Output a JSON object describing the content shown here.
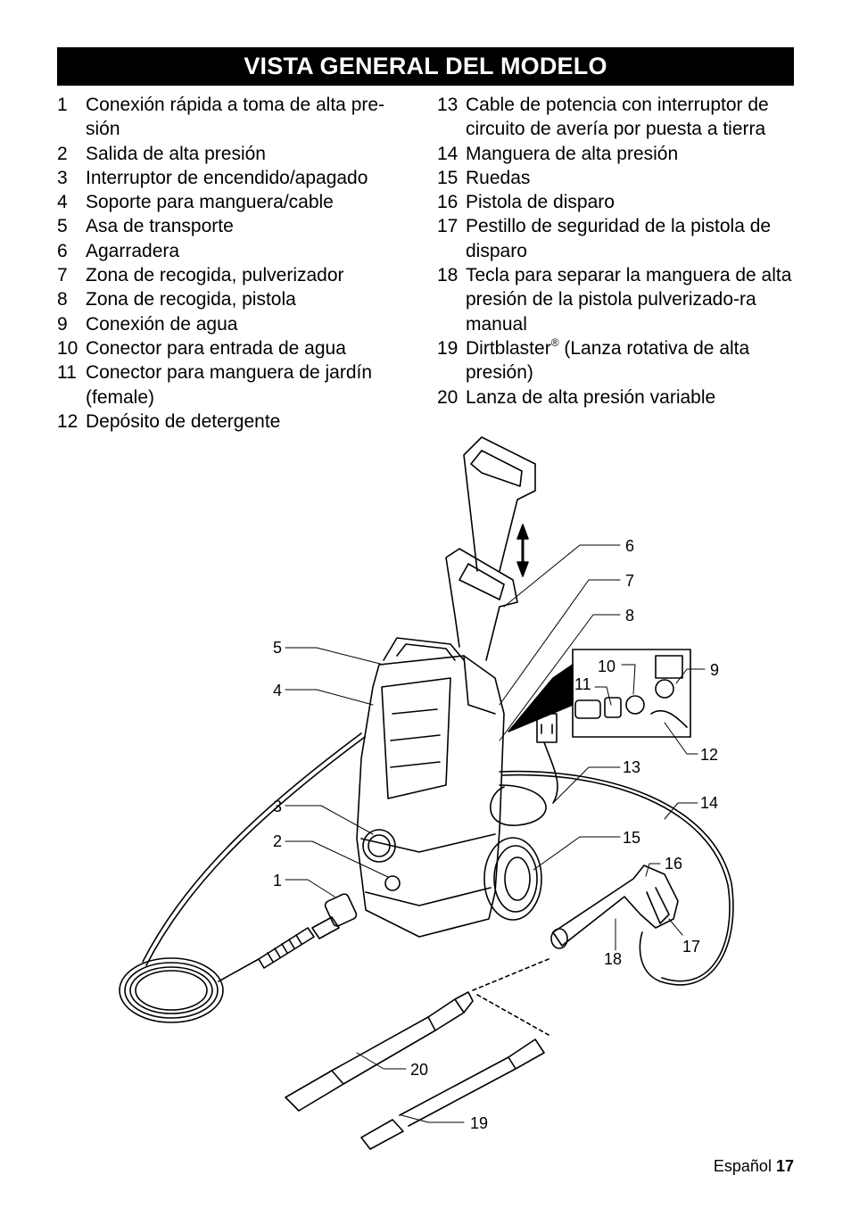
{
  "header": {
    "title": "VISTA GENERAL DEL MODELO"
  },
  "left_items": [
    {
      "num": "1",
      "text": "Conexión rápida a toma de alta pre-sión"
    },
    {
      "num": "2",
      "text": "Salida de alta presión"
    },
    {
      "num": "3",
      "text": "Interruptor de encendido/apagado"
    },
    {
      "num": "4",
      "text": "Soporte para manguera/cable"
    },
    {
      "num": "5",
      "text": "Asa de transporte"
    },
    {
      "num": "6",
      "text": "Agarradera"
    },
    {
      "num": "7",
      "text": "Zona de recogida, pulverizador"
    },
    {
      "num": "8",
      "text": "Zona de recogida, pistola"
    },
    {
      "num": "9",
      "text": "Conexión de agua"
    },
    {
      "num": "10",
      "text": "Conector para entrada de agua"
    },
    {
      "num": "11",
      "text": "Conector para manguera de jardín (female)"
    },
    {
      "num": "12",
      "text": "Depósito de detergente"
    }
  ],
  "right_items": [
    {
      "num": "13",
      "text": "Cable de potencia con interruptor de circuito de avería por puesta a tierra"
    },
    {
      "num": "14",
      "text": "Manguera de alta presión"
    },
    {
      "num": "15",
      "text": "Ruedas"
    },
    {
      "num": "16",
      "text": "Pistola de disparo"
    },
    {
      "num": "17",
      "text": "Pestillo de seguridad de la pistola de disparo"
    },
    {
      "num": "18",
      "text": "Tecla para separar la manguera de alta presión de la pistola pulverizado-ra manual"
    },
    {
      "num": "19",
      "text_before": "Dirtblaster",
      "sup": "®",
      "text_after": " (Lanza rotativa de alta presión)"
    },
    {
      "num": "20",
      "text": "Lanza de alta presión variable"
    }
  ],
  "figure": {
    "callouts": [
      "1",
      "2",
      "3",
      "4",
      "5",
      "6",
      "7",
      "8",
      "9",
      "10",
      "11",
      "12",
      "13",
      "14",
      "15",
      "16",
      "17",
      "18",
      "19",
      "20"
    ]
  },
  "footer": {
    "language": "Español",
    "page": "17"
  }
}
